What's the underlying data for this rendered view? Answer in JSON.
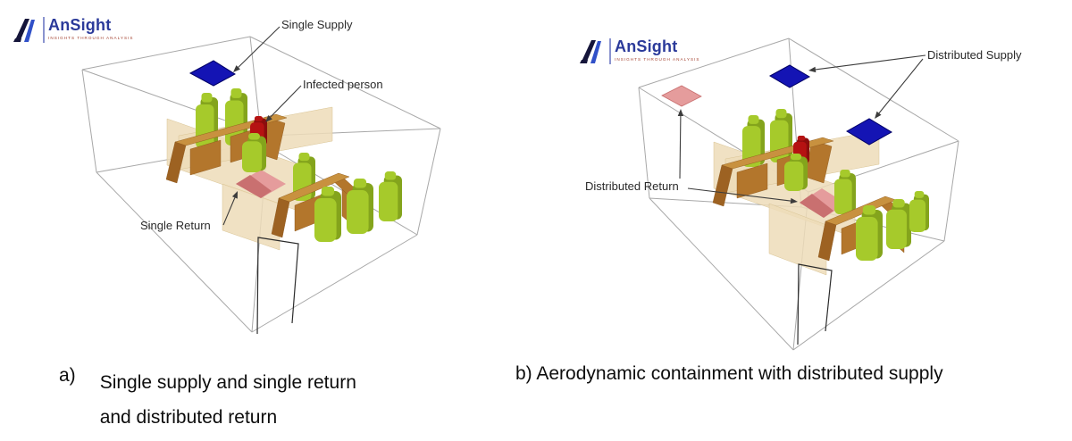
{
  "logo": {
    "brand": "AnSight",
    "tagline": "INSIGHTS THROUGH ANALYSIS"
  },
  "panel_a": {
    "labels": {
      "supply": "Single Supply",
      "infected": "Infected person",
      "return": "Single Return"
    },
    "caption_marker": "a)",
    "caption_line1": "Single supply and single return",
    "caption_line2": "and distributed return"
  },
  "panel_b": {
    "labels": {
      "supply": "Distributed Supply",
      "return": "Distributed Return"
    },
    "caption": "b) Aerodynamic containment with distributed supply"
  },
  "colors": {
    "supply_vent": "#1414b4",
    "supply_vent_border": "#000066",
    "return_vent_light": "#e59c9c",
    "return_vent_dark": "#c97070",
    "desk_top": "#c8913f",
    "desk_mid": "#b3762c",
    "desk_dark": "#9d6222",
    "person_green": "#a6ca2b",
    "person_green_dark": "#84a41c",
    "infected_red": "#b51212",
    "infected_red_dark": "#8c0d0d",
    "partition_tan": "#eddcb9",
    "partition_edge": "#d9c494",
    "wireframe_gray": "#a8a8a8",
    "door_line": "#2b2b2b",
    "arrow_line": "#3c3c3c",
    "label_text": "#2a2a2a",
    "logo_blue": "#2b3a9a",
    "logo_dark": "#15153a",
    "logo_tagline_red": "#a3402e"
  }
}
